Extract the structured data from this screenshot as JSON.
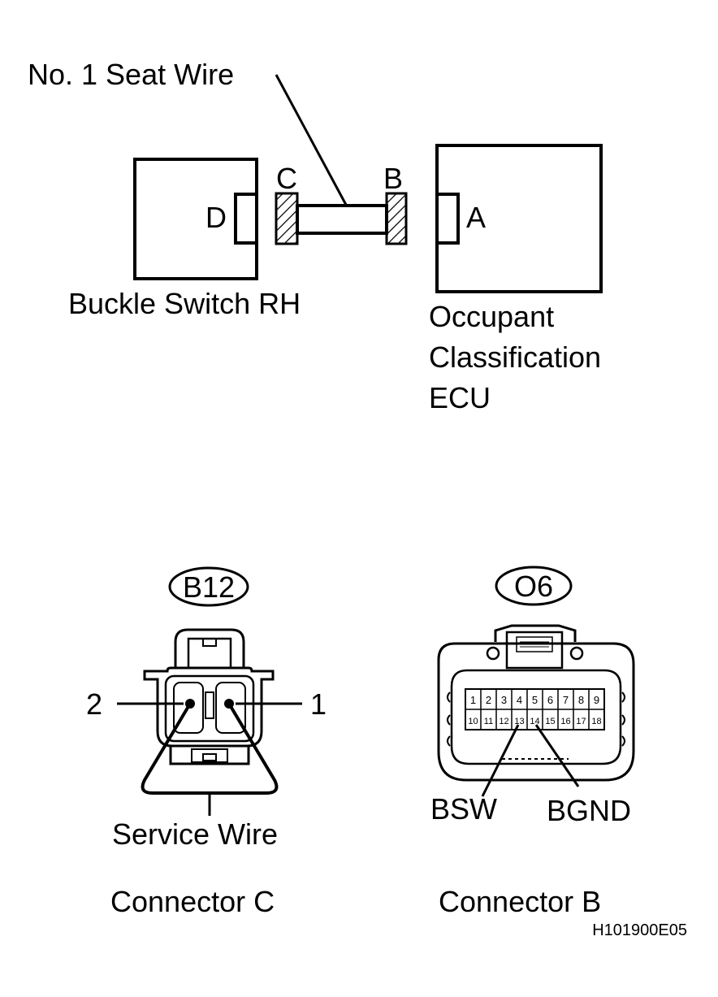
{
  "wire_label": "No. 1 Seat Wire",
  "connector_letters": {
    "a": "A",
    "b": "B",
    "c": "C",
    "d": "D"
  },
  "components": {
    "buckle_switch": "Buckle Switch RH",
    "ecu_lines": [
      "Occupant",
      "Classification",
      "ECU"
    ]
  },
  "connector_c": {
    "code": "B12",
    "pin_left": "2",
    "pin_right": "1",
    "service_wire": "Service Wire",
    "caption": "Connector C"
  },
  "connector_b": {
    "code": "O6",
    "pins_row1": [
      "1",
      "2",
      "3",
      "4",
      "5",
      "6",
      "7",
      "8",
      "9"
    ],
    "pins_row2": [
      "10",
      "11",
      "12",
      "13",
      "14",
      "15",
      "16",
      "17",
      "18"
    ],
    "signal_bsw": "BSW",
    "signal_bgnd": "BGND",
    "caption": "Connector B"
  },
  "figure_id": "H101900E05"
}
